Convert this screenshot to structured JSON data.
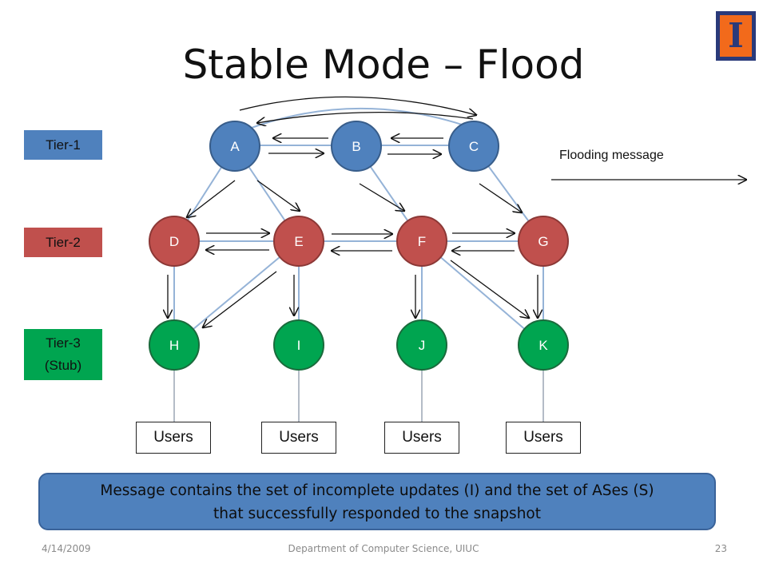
{
  "slide": {
    "title": "Stable Mode – Flood",
    "logo_icon": "illinois-block-i-logo"
  },
  "tiers": {
    "tier1": "Tier-1",
    "tier2": "Tier-2",
    "tier3_line1": "Tier-3",
    "tier3_line2": "(Stub)"
  },
  "colors": {
    "tier1": "#4f81bd",
    "tier2": "#c0504d",
    "tier3": "#00a550",
    "link": "#95b3d7",
    "arrow": "#111111"
  },
  "nodes": {
    "A": "A",
    "B": "B",
    "C": "C",
    "D": "D",
    "E": "E",
    "F": "F",
    "G": "G",
    "H": "H",
    "I": "I",
    "J": "J",
    "K": "K"
  },
  "users": [
    "Users",
    "Users",
    "Users",
    "Users"
  ],
  "legend": {
    "flood_label": "Flooding message"
  },
  "callout": {
    "line1": "Message contains the set of incomplete updates (I) and the set of ASes (S)",
    "line2": "that successfully responded to the snapshot"
  },
  "footer": {
    "date": "4/14/2009",
    "department": "Department of Computer Science, UIUC",
    "page": "23"
  }
}
